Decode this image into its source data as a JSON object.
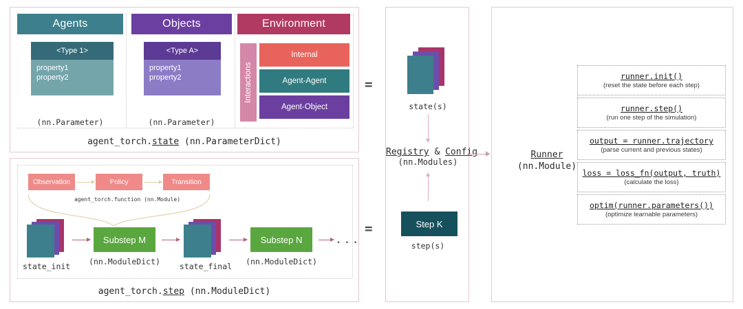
{
  "diagram": {
    "title": "AgentTorch architecture overview",
    "equals_symbol": "="
  },
  "colors": {
    "agents_header": "#3d7f8c",
    "agents_type_header": "#356b78",
    "agents_type_body": "#74a5ab",
    "objects_header": "#6b3fa0",
    "objects_type_header": "#5b3b94",
    "objects_type_body": "#8c7cc6",
    "environment_header": "#b13a63",
    "interactions_label": "#d487a8",
    "internal": "#e8635c",
    "agent_agent": "#2f7b80",
    "agent_object": "#6b3fa0",
    "function_box": "#ef8a89",
    "substep": "#5aa63f",
    "step_k": "#16505c",
    "stack_back": "#a8346a",
    "stack_mid": "#6b4eab",
    "stack_front": "#3d7f8c",
    "panel_border": "#e3c8d2",
    "arrow_pink": "#b5637f",
    "arrow_tan": "#e0cfa8"
  },
  "state_panel": {
    "caption_prefix": "agent_torch.",
    "caption_link": "state",
    "caption_suffix": " (nn.ParameterDict)",
    "columns": [
      {
        "header": "Agents",
        "type_label": "<Type 1>",
        "properties": [
          "property1",
          "property2"
        ],
        "footnote": "(nn.Parameter)"
      },
      {
        "header": "Objects",
        "type_label": "<Type A>",
        "properties": [
          "property1",
          "property2"
        ],
        "footnote": "(nn.Parameter)"
      },
      {
        "header": "Environment",
        "interactions_label": "Interactions",
        "interactions": [
          "Internal",
          "Agent-Agent",
          "Agent-Object"
        ]
      }
    ]
  },
  "step_panel": {
    "caption_prefix": "agent_torch.",
    "caption_link": "step",
    "caption_suffix": " (nn.ModuleDict)",
    "function_chain": [
      "Observation",
      "Policy",
      "Transition"
    ],
    "function_caption": "agent_torch.function (nn.Module)",
    "state_init_label": "state_init",
    "state_final_label": "state_final",
    "substeps": [
      {
        "label": "Substep M",
        "footnote": "(nn.ModuleDict)"
      },
      {
        "label": "Substep N",
        "footnote": "(nn.ModuleDict)"
      }
    ],
    "ellipsis": "..."
  },
  "mid_panel": {
    "state_label": "state(s)",
    "registry_a": "Registry",
    "registry_amp": " & ",
    "registry_b": "Config",
    "registry_sub": "(nn.Modules)",
    "step_box_label": "Step K",
    "step_label": "step(s)"
  },
  "runner_panel": {
    "title": "Runner",
    "subtitle": "(nn.Module)",
    "apis": [
      {
        "code": "runner.init()",
        "desc": "(reset the state before each step)"
      },
      {
        "code": "runner.step()",
        "desc": "(run one step of the simulation)"
      },
      {
        "code": "output = runner.trajectory",
        "desc": "(parse current and previous states)"
      },
      {
        "code": "loss = loss_fn(output, truth)",
        "desc": "(calculate the loss)"
      },
      {
        "code": "optim(runner.parameters())",
        "desc": "(optimize learnable parameters)"
      }
    ]
  }
}
